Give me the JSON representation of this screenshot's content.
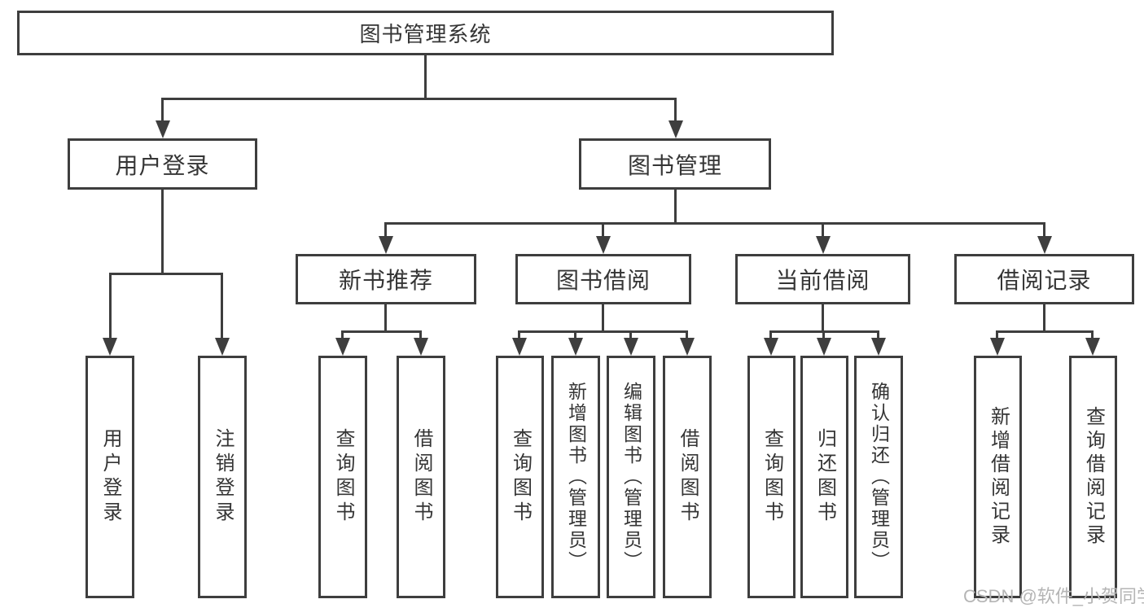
{
  "tree": {
    "root": {
      "label": "图书管理系统"
    },
    "branches": [
      {
        "label": "用户登录",
        "leaves": [
          "用户登录",
          "注销登录"
        ]
      },
      {
        "label": "图书管理",
        "groups": [
          {
            "label": "新书推荐",
            "leaves": [
              "查询图书",
              "借阅图书"
            ]
          },
          {
            "label": "图书借阅",
            "leaves": [
              "查询图书",
              "新增图书（管理员）",
              "编辑图书（管理员）",
              "借阅图书"
            ]
          },
          {
            "label": "当前借阅",
            "leaves": [
              "查询图书",
              "归还图书",
              "确认归还（管理员）"
            ]
          },
          {
            "label": "借阅记录",
            "leaves": [
              "新增借阅记录",
              "查询借阅记录"
            ]
          }
        ]
      }
    ]
  },
  "watermark": {
    "text": "CSDN @软件_小贺同学"
  },
  "colors": {
    "line": "#3e3e3e",
    "text": "#353535",
    "watermark": "#b5b5b5",
    "background": "#ffffff"
  }
}
